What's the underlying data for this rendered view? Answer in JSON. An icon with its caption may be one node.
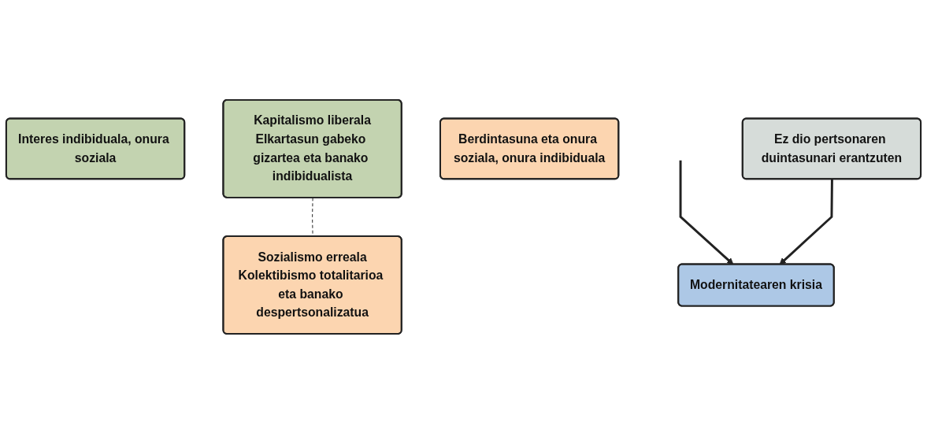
{
  "diagram": {
    "nodes": [
      {
        "text": [
          "Interes indibiduala, onura soziala"
        ]
      },
      {
        "text": [
          "Kapitalismo liberala",
          "Elkartasun gabeko gizartea eta banako indibidualista"
        ]
      },
      {
        "text": [
          "Sozialismo erreala",
          "Kolektibismo totalitarioa eta banako despertsonalizatua"
        ]
      },
      {
        "text": [
          "Berdintasuna eta onura soziala, onura indibiduala"
        ]
      },
      {
        "text": [
          "Modernitatearen krisia"
        ]
      },
      {
        "text": [
          "Ez dio pertsonaren duintasunari erantzuten"
        ]
      }
    ],
    "edges": [
      {
        "from": 1,
        "to": 2,
        "arrow": "none",
        "style": "dashed"
      },
      {
        "from": null,
        "to": 4,
        "arrow": "to"
      },
      {
        "from": 5,
        "to": 4,
        "arrow": "to"
      }
    ]
  }
}
